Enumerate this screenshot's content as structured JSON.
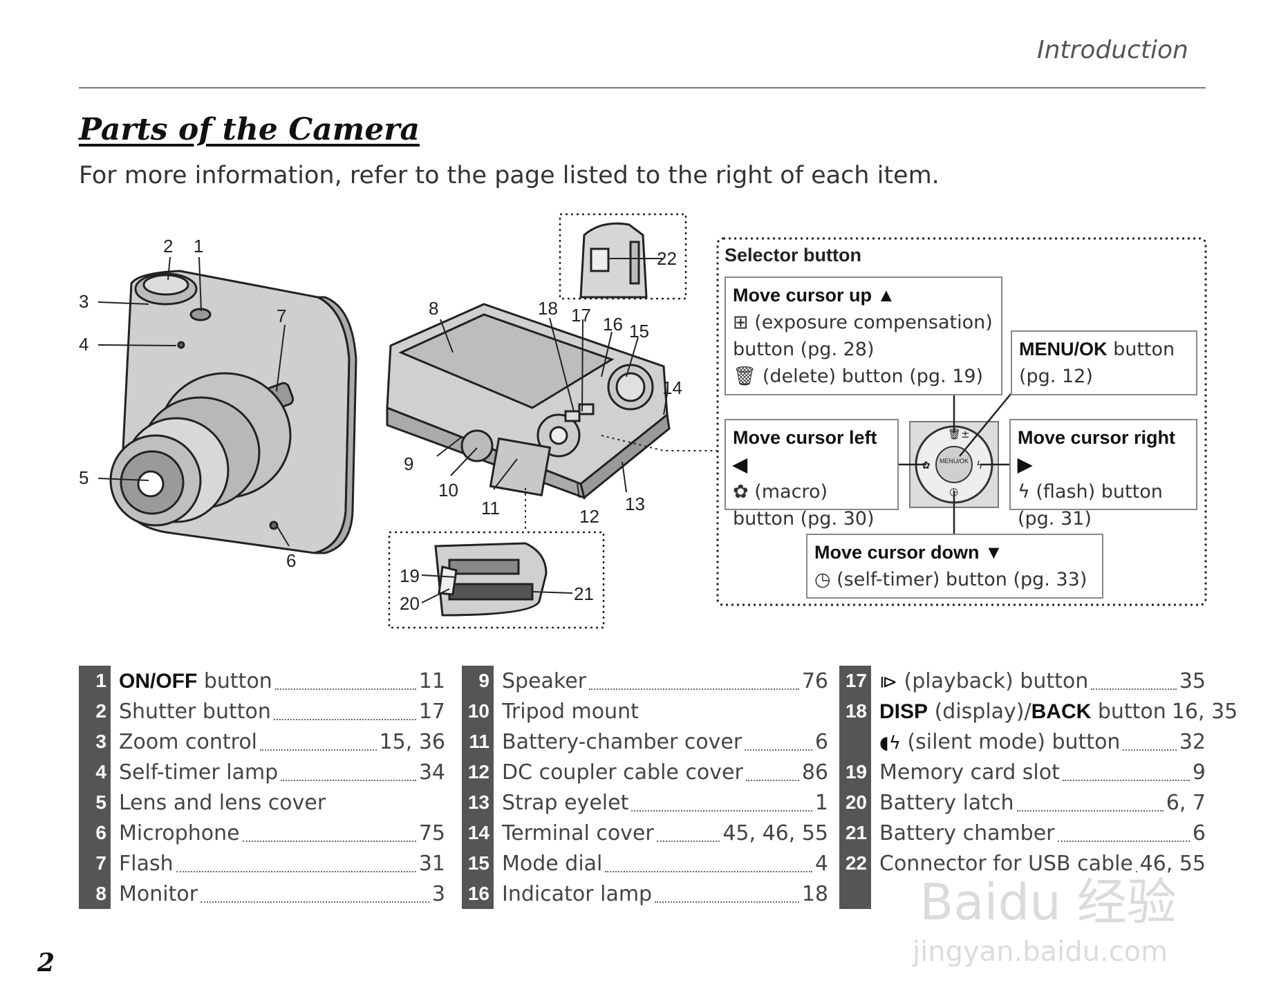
{
  "header": {
    "section": "Introduction"
  },
  "title": "Parts of the Camera",
  "subtitle": "For more information, refer to the page listed to the right of each item.",
  "callouts": [
    "1",
    "2",
    "3",
    "4",
    "5",
    "6",
    "7",
    "8",
    "9",
    "10",
    "11",
    "12",
    "13",
    "14",
    "15",
    "16",
    "17",
    "18",
    "19",
    "20",
    "21",
    "22"
  ],
  "selector": {
    "title": "Selector button",
    "up": {
      "heading": "Move cursor up ▲",
      "line1": " (exposure compensation)",
      "line2": "button (pg. 28)",
      "line3": " (delete) button (pg. 19)"
    },
    "menu": {
      "bold": "MENU/OK",
      "rest": " button",
      "line2": "(pg. 12)"
    },
    "left": {
      "heading": "Move cursor left ◀",
      "line1": " (macro)",
      "line2": "button (pg. 30)"
    },
    "right": {
      "heading": "Move cursor right ▶",
      "line1": " (flash) button",
      "line2": "(pg. 31)"
    },
    "down": {
      "heading": "Move cursor down ▼",
      "line1": " (self-timer) button (pg. 33)"
    },
    "dial": {
      "center": "MENU/OK"
    }
  },
  "parts": {
    "col1": [
      {
        "num": "1",
        "bold": "ON/OFF",
        "label": " button",
        "page": "11"
      },
      {
        "num": "2",
        "label": "Shutter button",
        "page": "17"
      },
      {
        "num": "3",
        "label": "Zoom control",
        "page": "15, 36"
      },
      {
        "num": "4",
        "label": "Self-timer lamp",
        "page": "34"
      },
      {
        "num": "5",
        "label": "Lens and lens cover",
        "page": ""
      },
      {
        "num": "6",
        "label": "Microphone",
        "page": "75"
      },
      {
        "num": "7",
        "label": "Flash",
        "page": "31"
      },
      {
        "num": "8",
        "label": "Monitor",
        "page": "3"
      }
    ],
    "col2": [
      {
        "num": "9",
        "label": "Speaker",
        "page": "76"
      },
      {
        "num": "10",
        "label": "Tripod mount",
        "page": ""
      },
      {
        "num": "11",
        "label": "Battery-chamber cover",
        "page": "6"
      },
      {
        "num": "12",
        "label": "DC coupler cable cover",
        "page": "86"
      },
      {
        "num": "13",
        "label": "Strap eyelet",
        "page": "1"
      },
      {
        "num": "14",
        "label": "Terminal cover",
        "page": "45, 46, 55"
      },
      {
        "num": "15",
        "label": "Mode dial",
        "page": "4"
      },
      {
        "num": "16",
        "label": "Indicator lamp",
        "page": "18"
      }
    ],
    "col3": [
      {
        "num": "17",
        "label": " (playback) button",
        "page": "35"
      },
      {
        "num": "18",
        "bold": "DISP",
        "label": " (display)/",
        "bold2": "BACK",
        "label2": " button",
        "page": "16, 35"
      },
      {
        "num": "",
        "label": " (silent mode) button",
        "page": "32"
      },
      {
        "num": "19",
        "label": "Memory card slot",
        "page": "9"
      },
      {
        "num": "20",
        "label": "Battery latch",
        "page": "6, 7"
      },
      {
        "num": "21",
        "label": "Battery chamber",
        "page": "6"
      },
      {
        "num": "22",
        "label": "Connector for USB cable",
        "page": "46, 55"
      },
      {
        "num": "",
        "label": "",
        "page": ""
      }
    ]
  },
  "page_number": "2",
  "watermark": {
    "brand": "Baidu 经验",
    "url": "jingyan.baidu.com"
  }
}
